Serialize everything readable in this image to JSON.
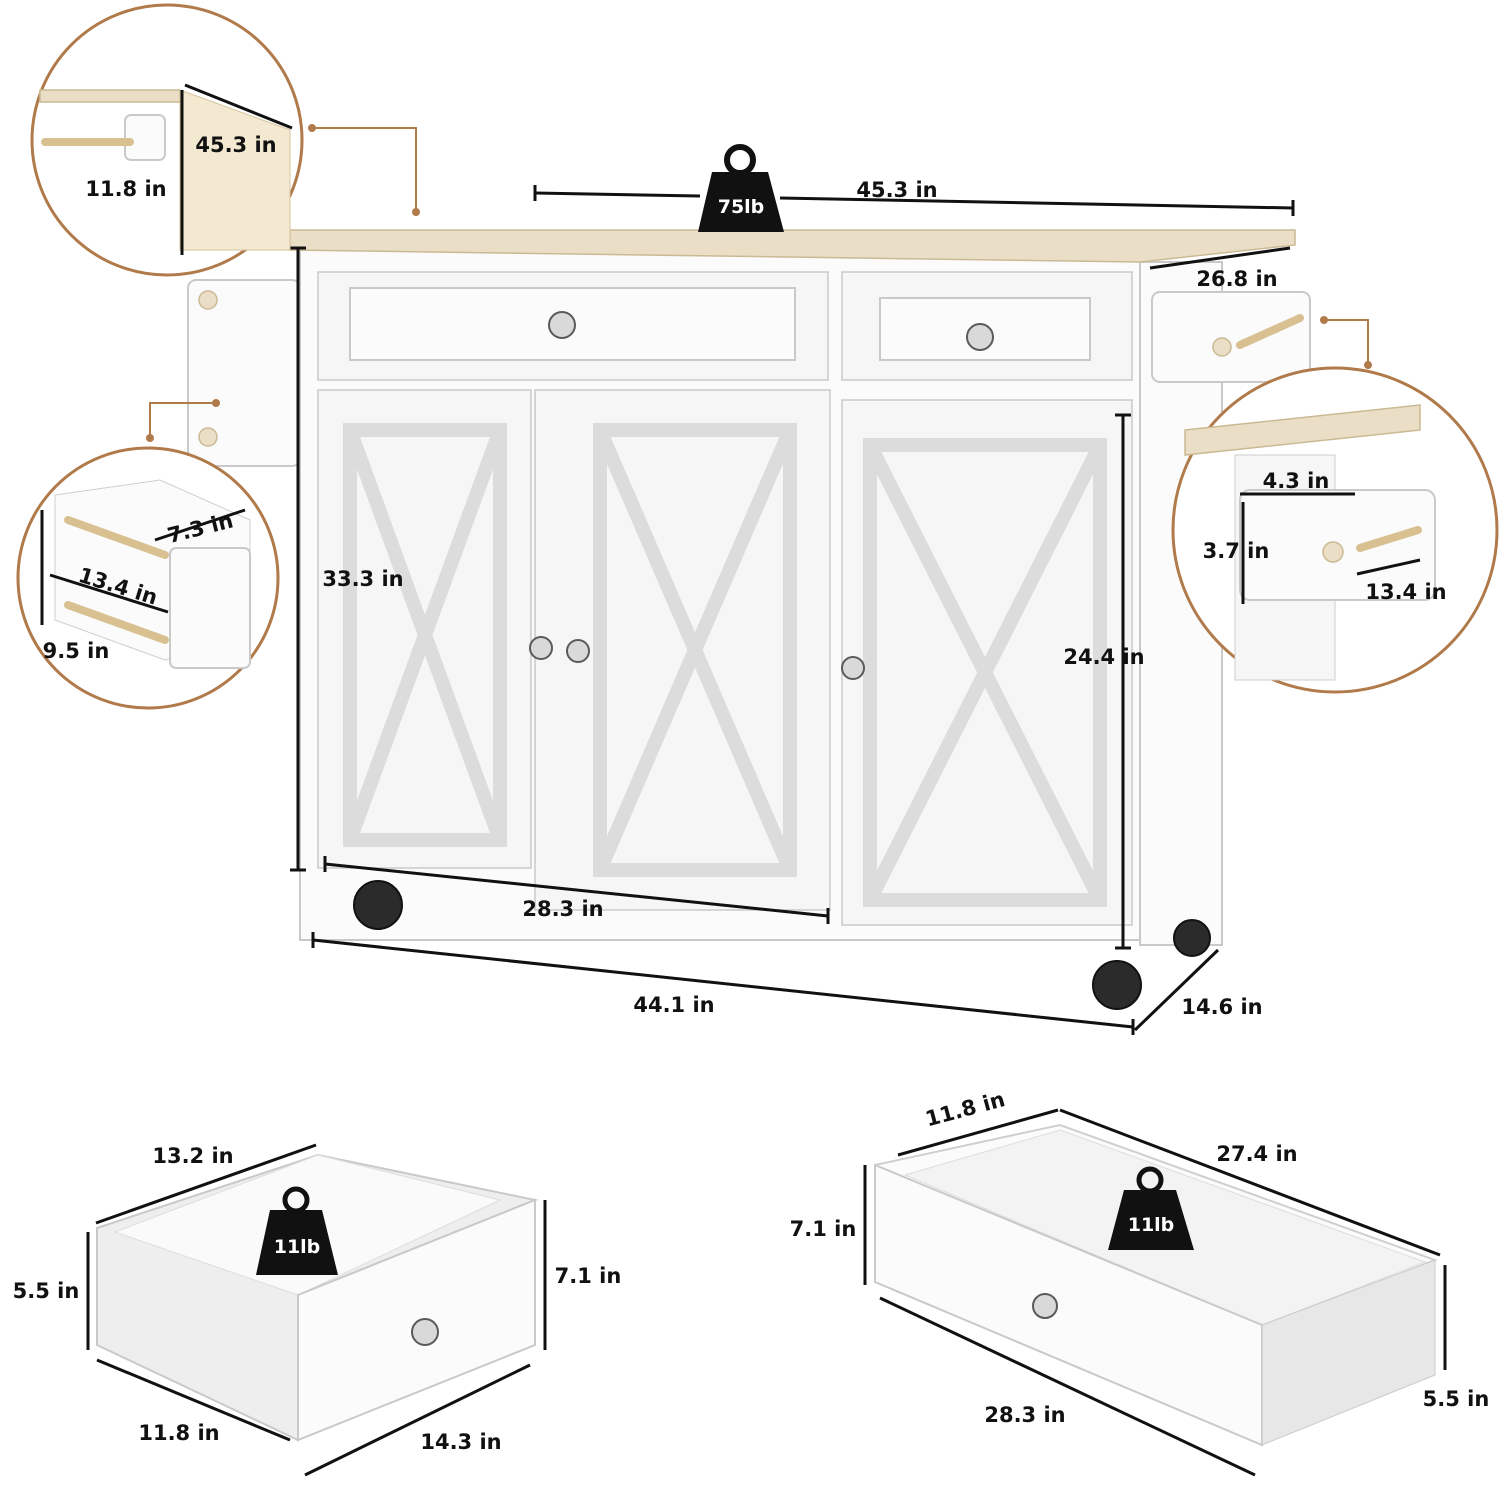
{
  "product": {
    "main_weight": "75lb",
    "drawer_weight": "11lb"
  },
  "dimensions": {
    "top_width": "45.3 in",
    "top_depth": "26.8 in",
    "height_left": "33.3 in",
    "height_right": "24.4 in",
    "cabinet_width": "28.3 in",
    "base_width": "44.1 in",
    "base_depth": "14.6 in"
  },
  "callouts": {
    "top_left": {
      "height": "45.3 in",
      "depth": "11.8 in"
    },
    "mid_left": {
      "depth": "7.3 in",
      "width": "13.4 in",
      "height": "9.5 in"
    },
    "right": {
      "depth": "4.3 in",
      "height": "3.7 in",
      "width": "13.4 in"
    }
  },
  "small_drawer": {
    "width": "13.2 in",
    "side_height": "5.5 in",
    "front_height": "7.1 in",
    "depth": "11.8 in",
    "front_width": "14.3 in"
  },
  "large_drawer": {
    "depth": "11.8 in",
    "width": "27.4 in",
    "front_height": "7.1 in",
    "front_width": "28.3 in",
    "side_height": "5.5 in"
  },
  "colors": {
    "wood": "#eadfc6",
    "cabinet": "#fbfbfb",
    "accent": "#b07a4a",
    "ink": "#111111"
  }
}
